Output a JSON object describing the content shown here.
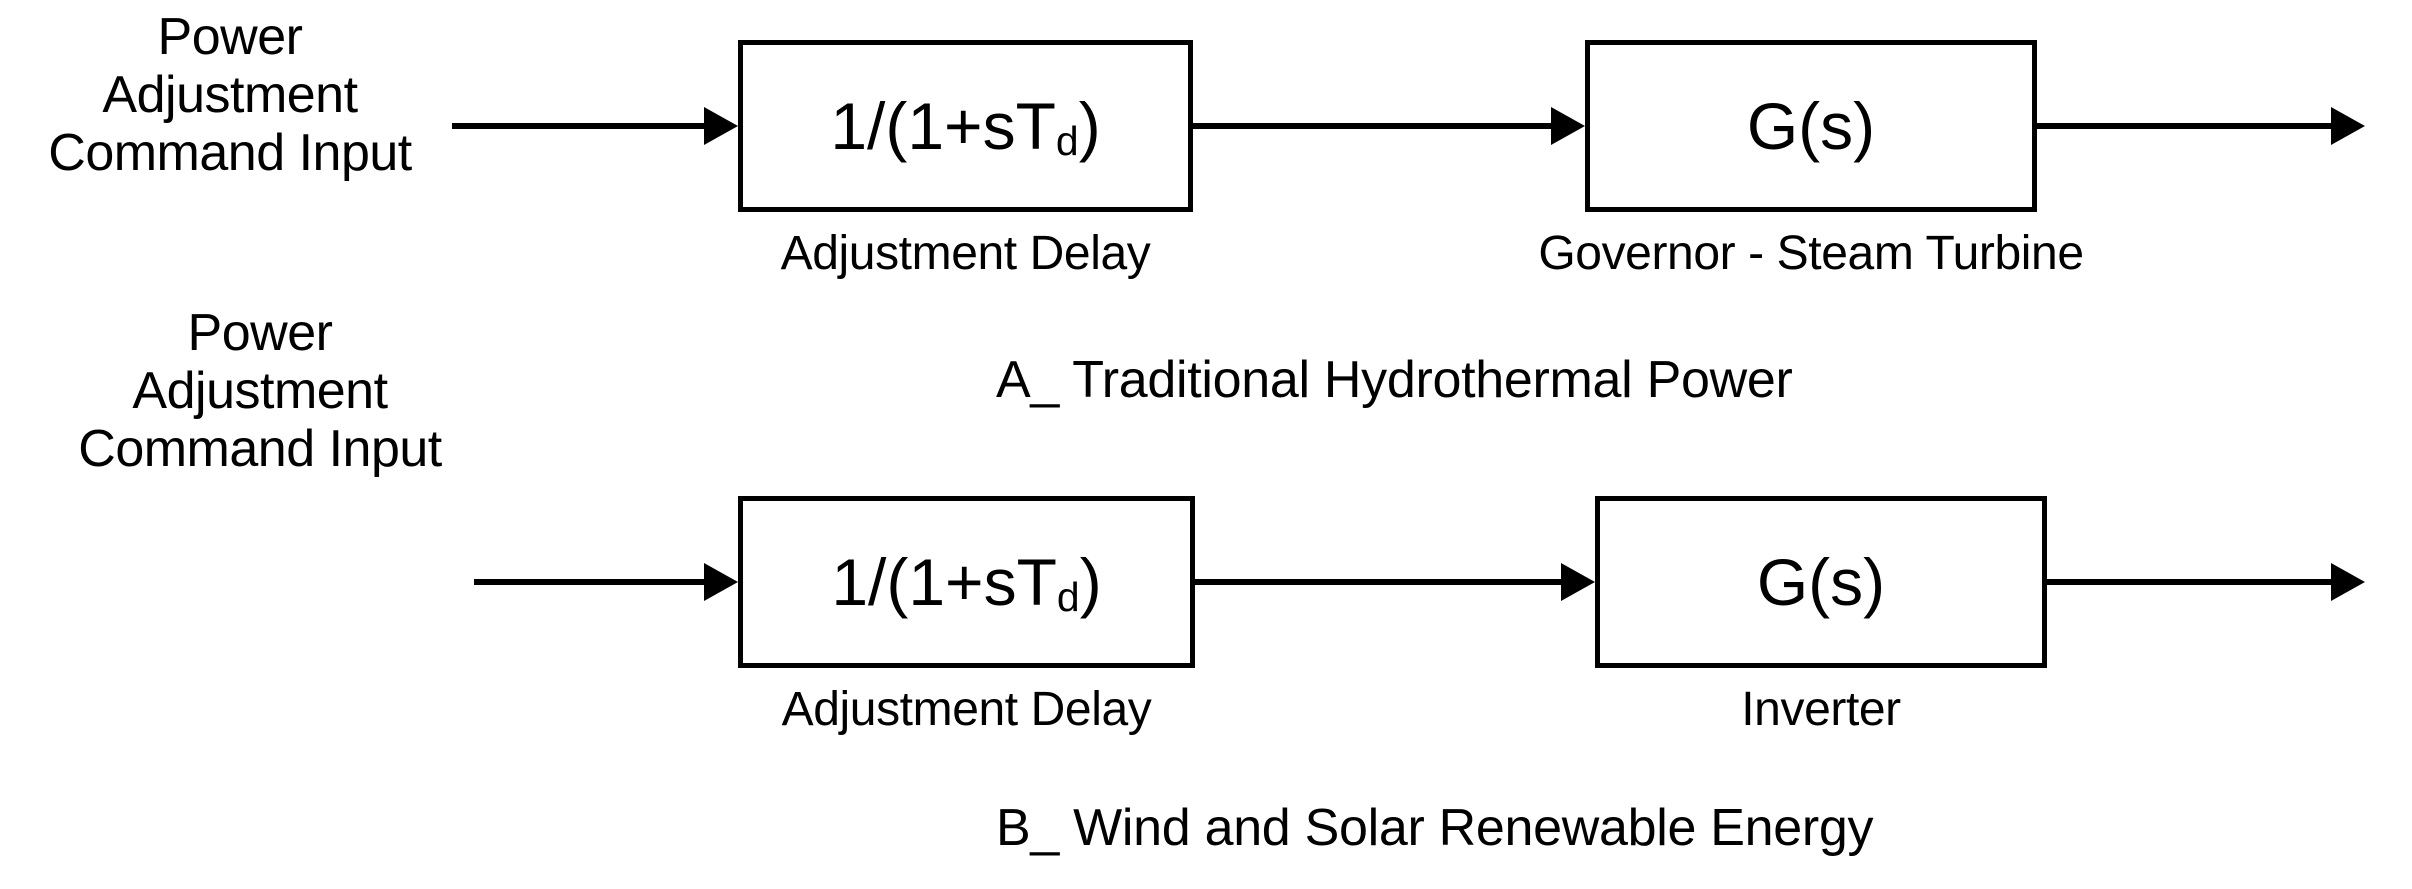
{
  "diagram": {
    "title_present": false,
    "colors": {
      "stroke": "#000000",
      "background": "#ffffff",
      "text": "#000000"
    },
    "sections": [
      {
        "id": "A",
        "caption": "A_ Traditional Hydrothermal Power",
        "input": {
          "lines": [
            "Power",
            "Adjustment",
            "Command Input"
          ]
        },
        "blocks": [
          {
            "id": "delay-a",
            "formula_prefix": "1/(1+sT",
            "formula_sub": "d",
            "formula_suffix": ")",
            "formula_plain": "1/(1+sTd)",
            "caption": "Adjustment Delay"
          },
          {
            "id": "plant-a",
            "formula_plain": "G(s)",
            "caption": "Governor - Steam Turbine"
          }
        ],
        "connectors": [
          {
            "id": "input-to-delay-a",
            "arrowhead": true
          },
          {
            "id": "delay-to-plant-a",
            "arrowhead": true
          },
          {
            "id": "plant-a-output",
            "arrowhead": true
          }
        ]
      },
      {
        "id": "B",
        "caption": "B_ Wind and Solar Renewable Energy",
        "input": {
          "lines": [
            "Power",
            "Adjustment",
            "Command Input"
          ]
        },
        "blocks": [
          {
            "id": "delay-b",
            "formula_prefix": "1/(1+sT",
            "formula_sub": "d",
            "formula_suffix": ")",
            "formula_plain": "1/(1+sTd)",
            "caption": "Adjustment Delay"
          },
          {
            "id": "plant-b",
            "formula_plain": "G(s)",
            "caption": "Inverter"
          }
        ],
        "connectors": [
          {
            "id": "input-to-delay-b",
            "arrowhead": true
          },
          {
            "id": "delay-to-plant-b",
            "arrowhead": true
          },
          {
            "id": "plant-b-output",
            "arrowhead": true
          }
        ]
      }
    ]
  }
}
